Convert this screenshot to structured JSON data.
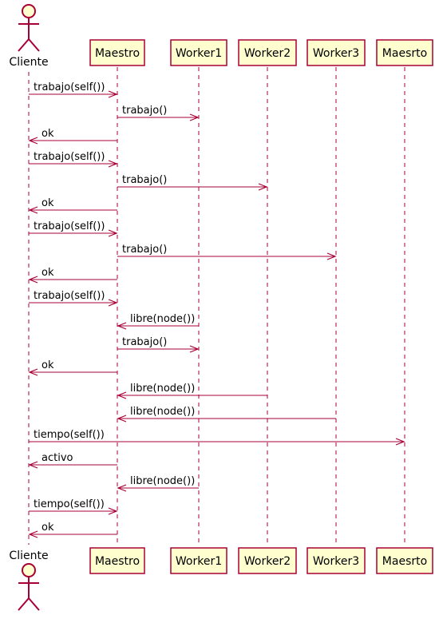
{
  "diagram": {
    "type": "sequence",
    "colors": {
      "arrow": "#A80036",
      "participant_fill": "#FEFECE",
      "participant_border": "#A80036",
      "lifeline": "#A80036"
    },
    "participants": [
      {
        "name": "Cliente",
        "kind": "actor"
      },
      {
        "name": "Maestro",
        "kind": "participant"
      },
      {
        "name": "Worker1",
        "kind": "participant"
      },
      {
        "name": "Worker2",
        "kind": "participant"
      },
      {
        "name": "Worker3",
        "kind": "participant"
      },
      {
        "name": "Maesrto",
        "kind": "participant"
      }
    ],
    "messages": [
      {
        "from": "Cliente",
        "to": "Maestro",
        "label": "trabajo(self())"
      },
      {
        "from": "Maestro",
        "to": "Worker1",
        "label": "trabajo()"
      },
      {
        "from": "Maestro",
        "to": "Cliente",
        "label": "ok"
      },
      {
        "from": "Cliente",
        "to": "Maestro",
        "label": "trabajo(self())"
      },
      {
        "from": "Maestro",
        "to": "Worker2",
        "label": "trabajo()"
      },
      {
        "from": "Maestro",
        "to": "Cliente",
        "label": "ok"
      },
      {
        "from": "Cliente",
        "to": "Maestro",
        "label": "trabajo(self())"
      },
      {
        "from": "Maestro",
        "to": "Worker3",
        "label": "trabajo()"
      },
      {
        "from": "Maestro",
        "to": "Cliente",
        "label": "ok"
      },
      {
        "from": "Cliente",
        "to": "Maestro",
        "label": "trabajo(self())"
      },
      {
        "from": "Worker1",
        "to": "Maestro",
        "label": "libre(node())"
      },
      {
        "from": "Maestro",
        "to": "Worker1",
        "label": "trabajo()"
      },
      {
        "from": "Maestro",
        "to": "Cliente",
        "label": "ok"
      },
      {
        "from": "Worker2",
        "to": "Maestro",
        "label": "libre(node())"
      },
      {
        "from": "Worker3",
        "to": "Maestro",
        "label": "libre(node())"
      },
      {
        "from": "Cliente",
        "to": "Maesrto",
        "label": "tiempo(self())"
      },
      {
        "from": "Maestro",
        "to": "Cliente",
        "label": "activo"
      },
      {
        "from": "Worker1",
        "to": "Maestro",
        "label": "libre(node())"
      },
      {
        "from": "Cliente",
        "to": "Maestro",
        "label": "tiempo(self())"
      },
      {
        "from": "Maestro",
        "to": "Cliente",
        "label": "ok"
      }
    ]
  }
}
